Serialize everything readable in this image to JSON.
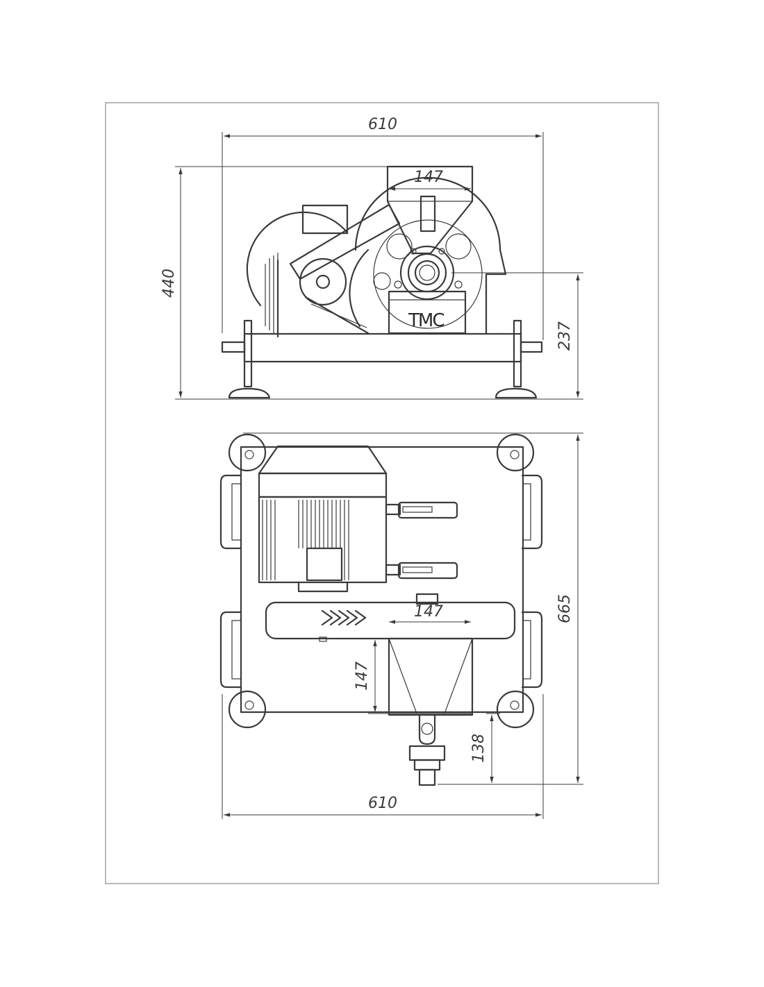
{
  "front_view": {
    "width_dim": "610",
    "hopper_dim": "147",
    "height_dim": "440",
    "axis_height_dim": "237",
    "logo": "TMC"
  },
  "top_view": {
    "width_dim": "610",
    "depth_dim": "665",
    "hopper_width_dim": "147",
    "hopper_depth_dim": "147",
    "outlet_dim": "138"
  }
}
